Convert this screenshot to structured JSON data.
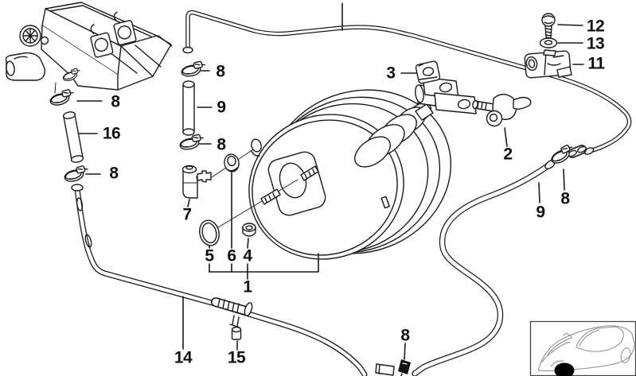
{
  "diagram": {
    "kind": "exploded-parts-diagram",
    "colors": {
      "line": "#1a1a1a",
      "background": "#ffffff",
      "location_marker": "#000000"
    },
    "callouts": [
      {
        "id": "clamp-engine-outlet",
        "number": "8"
      },
      {
        "id": "hose-engine",
        "number": "16"
      },
      {
        "id": "clamp-hose16-lower",
        "number": "8"
      },
      {
        "id": "clamp-pipe-to-hose9",
        "number": "8"
      },
      {
        "id": "hose-booster-upper",
        "number": "9"
      },
      {
        "id": "clamp-hose9-lower",
        "number": "8"
      },
      {
        "id": "elbow-connector",
        "number": "7"
      },
      {
        "id": "o-ring",
        "number": "5"
      },
      {
        "id": "grommet",
        "number": "6"
      },
      {
        "id": "nut",
        "number": "4"
      },
      {
        "id": "brake-booster-assembly",
        "number": "1"
      },
      {
        "id": "bracket-clip",
        "number": "3"
      },
      {
        "id": "lever",
        "number": "2"
      },
      {
        "id": "screw",
        "number": "12"
      },
      {
        "id": "washer",
        "number": "13"
      },
      {
        "id": "pipe-clamp-bracket",
        "number": "11"
      },
      {
        "id": "clamp-pipe-end",
        "number": "8"
      },
      {
        "id": "hose-right",
        "number": "9"
      },
      {
        "id": "vacuum-hose-long",
        "number": "14"
      },
      {
        "id": "branch-fitting",
        "number": "15"
      },
      {
        "id": "clamp-bottom-joint",
        "number": "8"
      }
    ]
  }
}
